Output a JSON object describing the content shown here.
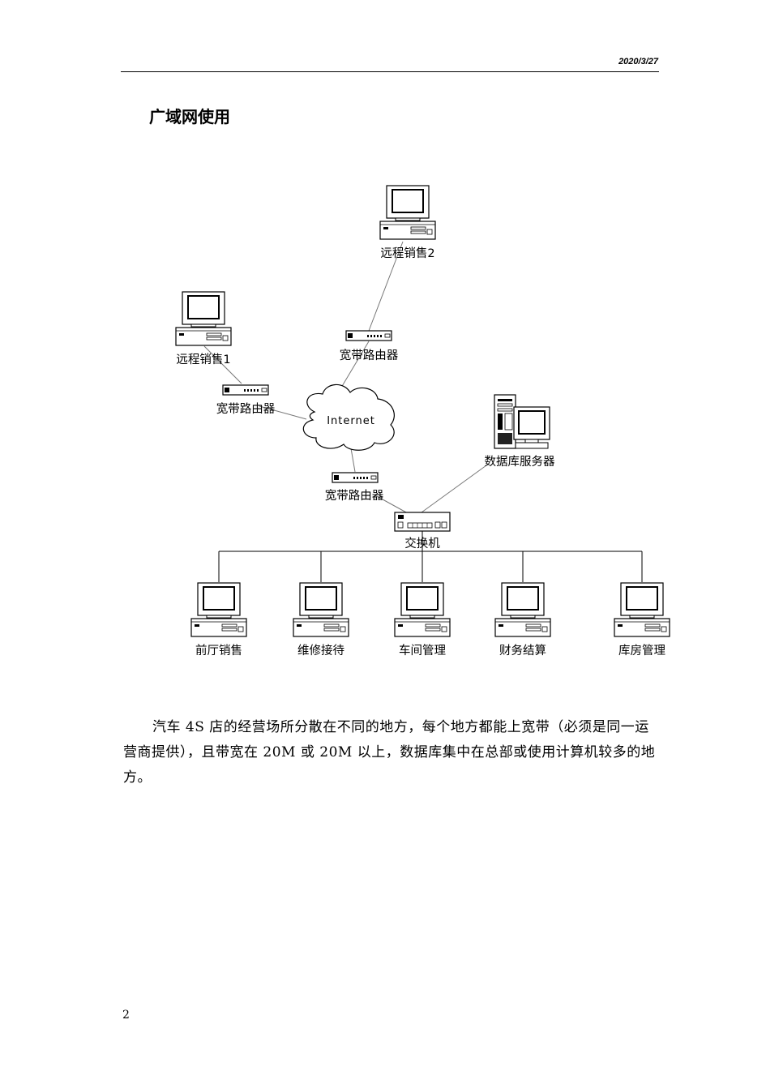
{
  "header": {
    "date": "2020/3/27"
  },
  "section": {
    "title": "广域网使用"
  },
  "diagram": {
    "cloud_label": "Internet",
    "nodes": {
      "remote_sales_2": "远程销售2",
      "remote_sales_1": "远程销售1",
      "router_top": "宽带路由器",
      "router_left": "宽带路由器",
      "router_bottom": "宽带路由器",
      "db_server": "数据库服务器",
      "switch": "交换机",
      "client_1": "前厅销售",
      "client_2": "维修接待",
      "client_3": "车间管理",
      "client_4": "财务结算",
      "client_5": "库房管理"
    }
  },
  "body": {
    "paragraph": "汽车 4S 店的经营场所分散在不同的地方，每个地方都能上宽带（必须是同一运营商提供），且带宽在 20M 或 20M 以上，数据库集中在总部或使用计算机较多的地方。"
  },
  "footer": {
    "page_number": "2"
  }
}
